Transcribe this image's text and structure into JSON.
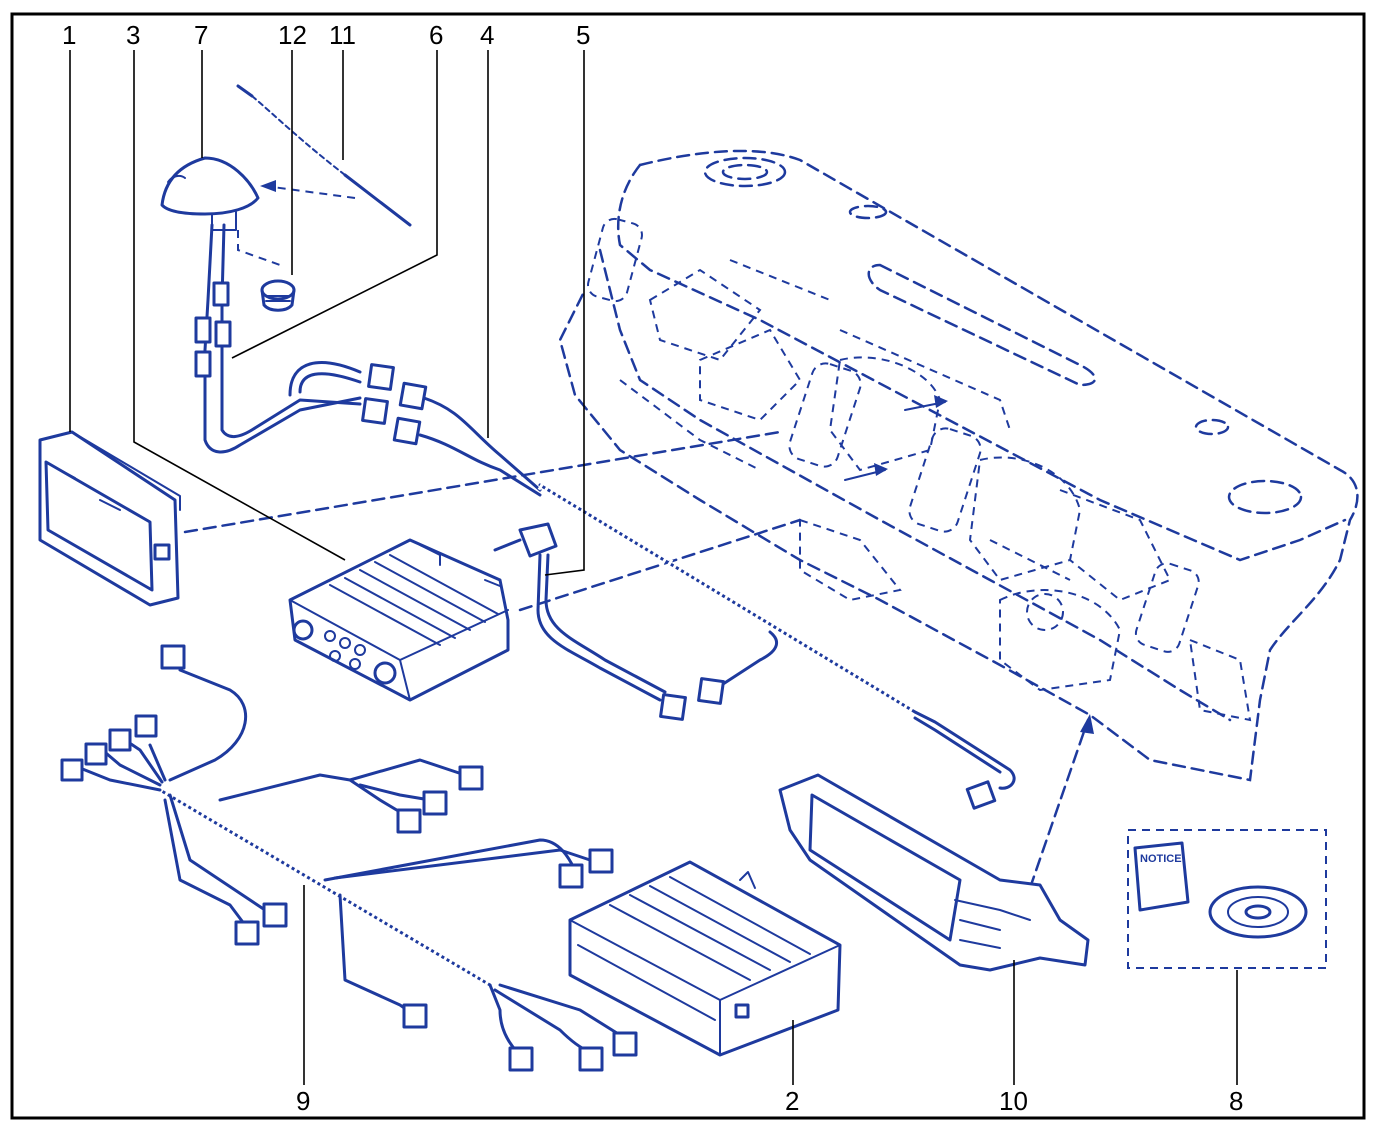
{
  "labels": {
    "l1": "1",
    "l3": "3",
    "l7": "7",
    "l12": "12",
    "l11": "11",
    "l6": "6",
    "l4": "4",
    "l5": "5",
    "l9": "9",
    "l2": "2",
    "l10": "10",
    "l8": "8"
  },
  "kit": {
    "notice_text": "NOTICE"
  },
  "colors": {
    "line": "#1e3a9e",
    "frame": "#000000"
  }
}
